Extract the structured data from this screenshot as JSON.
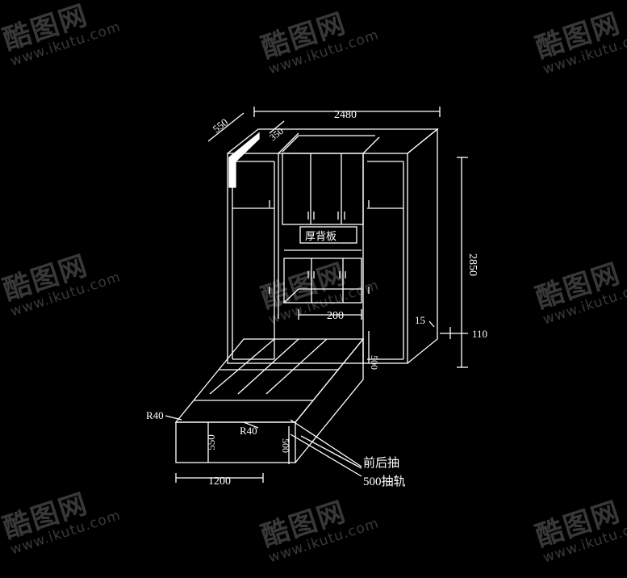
{
  "drawing": {
    "stroke_color": "#ffffff",
    "background_color": "#000000",
    "dimensions": {
      "total_width": "2480",
      "depth_top": "550",
      "depth_inner": "350",
      "height": "2850",
      "offset_15": "15",
      "base_110": "110",
      "niche_width": "200",
      "side_500": "500",
      "bed_width": "1200",
      "bed_height": "550",
      "bed_side_500": "500",
      "radius_left": "R40",
      "radius_right": "R40"
    },
    "labels": {
      "back_panel": "厚背板",
      "drawer_note": "前后抽",
      "rail_note": "500抽轨"
    }
  },
  "watermark": {
    "logo": "酷图网",
    "url": "www.ikutu.com"
  }
}
